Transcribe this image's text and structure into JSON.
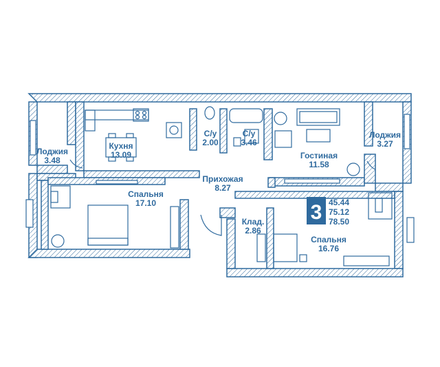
{
  "rooms": [
    {
      "name": "Лоджия",
      "area": "3.48"
    },
    {
      "name": "Кухня",
      "area": "13.09"
    },
    {
      "name": "С/у",
      "area": "2.00"
    },
    {
      "name": "С/у",
      "area": "3.46"
    },
    {
      "name": "Гостиная",
      "area": "11.58"
    },
    {
      "name": "Лоджия",
      "area": "3.27"
    },
    {
      "name": "Прихожая",
      "area": "8.27"
    },
    {
      "name": "Спальня",
      "area": "17.10"
    },
    {
      "name": "Клад.",
      "area": "2.86"
    },
    {
      "name": "Спальня",
      "area": "16.76"
    }
  ],
  "badge": {
    "rooms_count": "3",
    "areas": [
      "45.44",
      "75.12",
      "78.50"
    ]
  },
  "colors": {
    "accent": "#2f6a9e"
  }
}
